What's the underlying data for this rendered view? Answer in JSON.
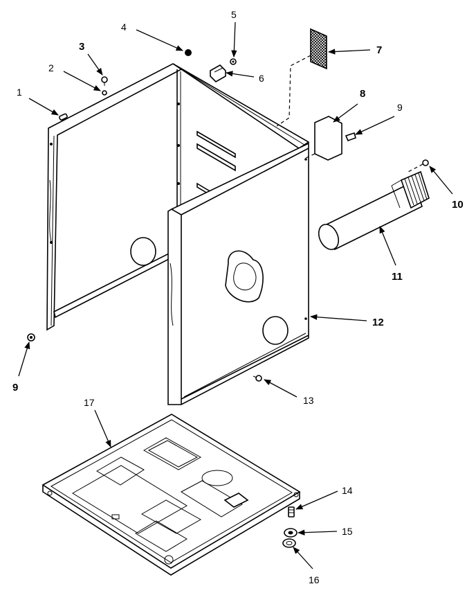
{
  "callouts": [
    {
      "id": "1",
      "label": "1"
    },
    {
      "id": "2",
      "label": "2"
    },
    {
      "id": "3",
      "label": "3"
    },
    {
      "id": "4",
      "label": "4"
    },
    {
      "id": "5",
      "label": "5"
    },
    {
      "id": "6",
      "label": "6"
    },
    {
      "id": "7",
      "label": "7"
    },
    {
      "id": "8",
      "label": "8"
    },
    {
      "id": "9a",
      "label": "9"
    },
    {
      "id": "9b",
      "label": "9"
    },
    {
      "id": "10",
      "label": "10"
    },
    {
      "id": "11",
      "label": "11"
    },
    {
      "id": "12",
      "label": "12"
    },
    {
      "id": "13",
      "label": "13"
    },
    {
      "id": "14",
      "label": "14"
    },
    {
      "id": "15",
      "label": "15"
    },
    {
      "id": "16",
      "label": "16"
    },
    {
      "id": "17",
      "label": "17"
    }
  ]
}
